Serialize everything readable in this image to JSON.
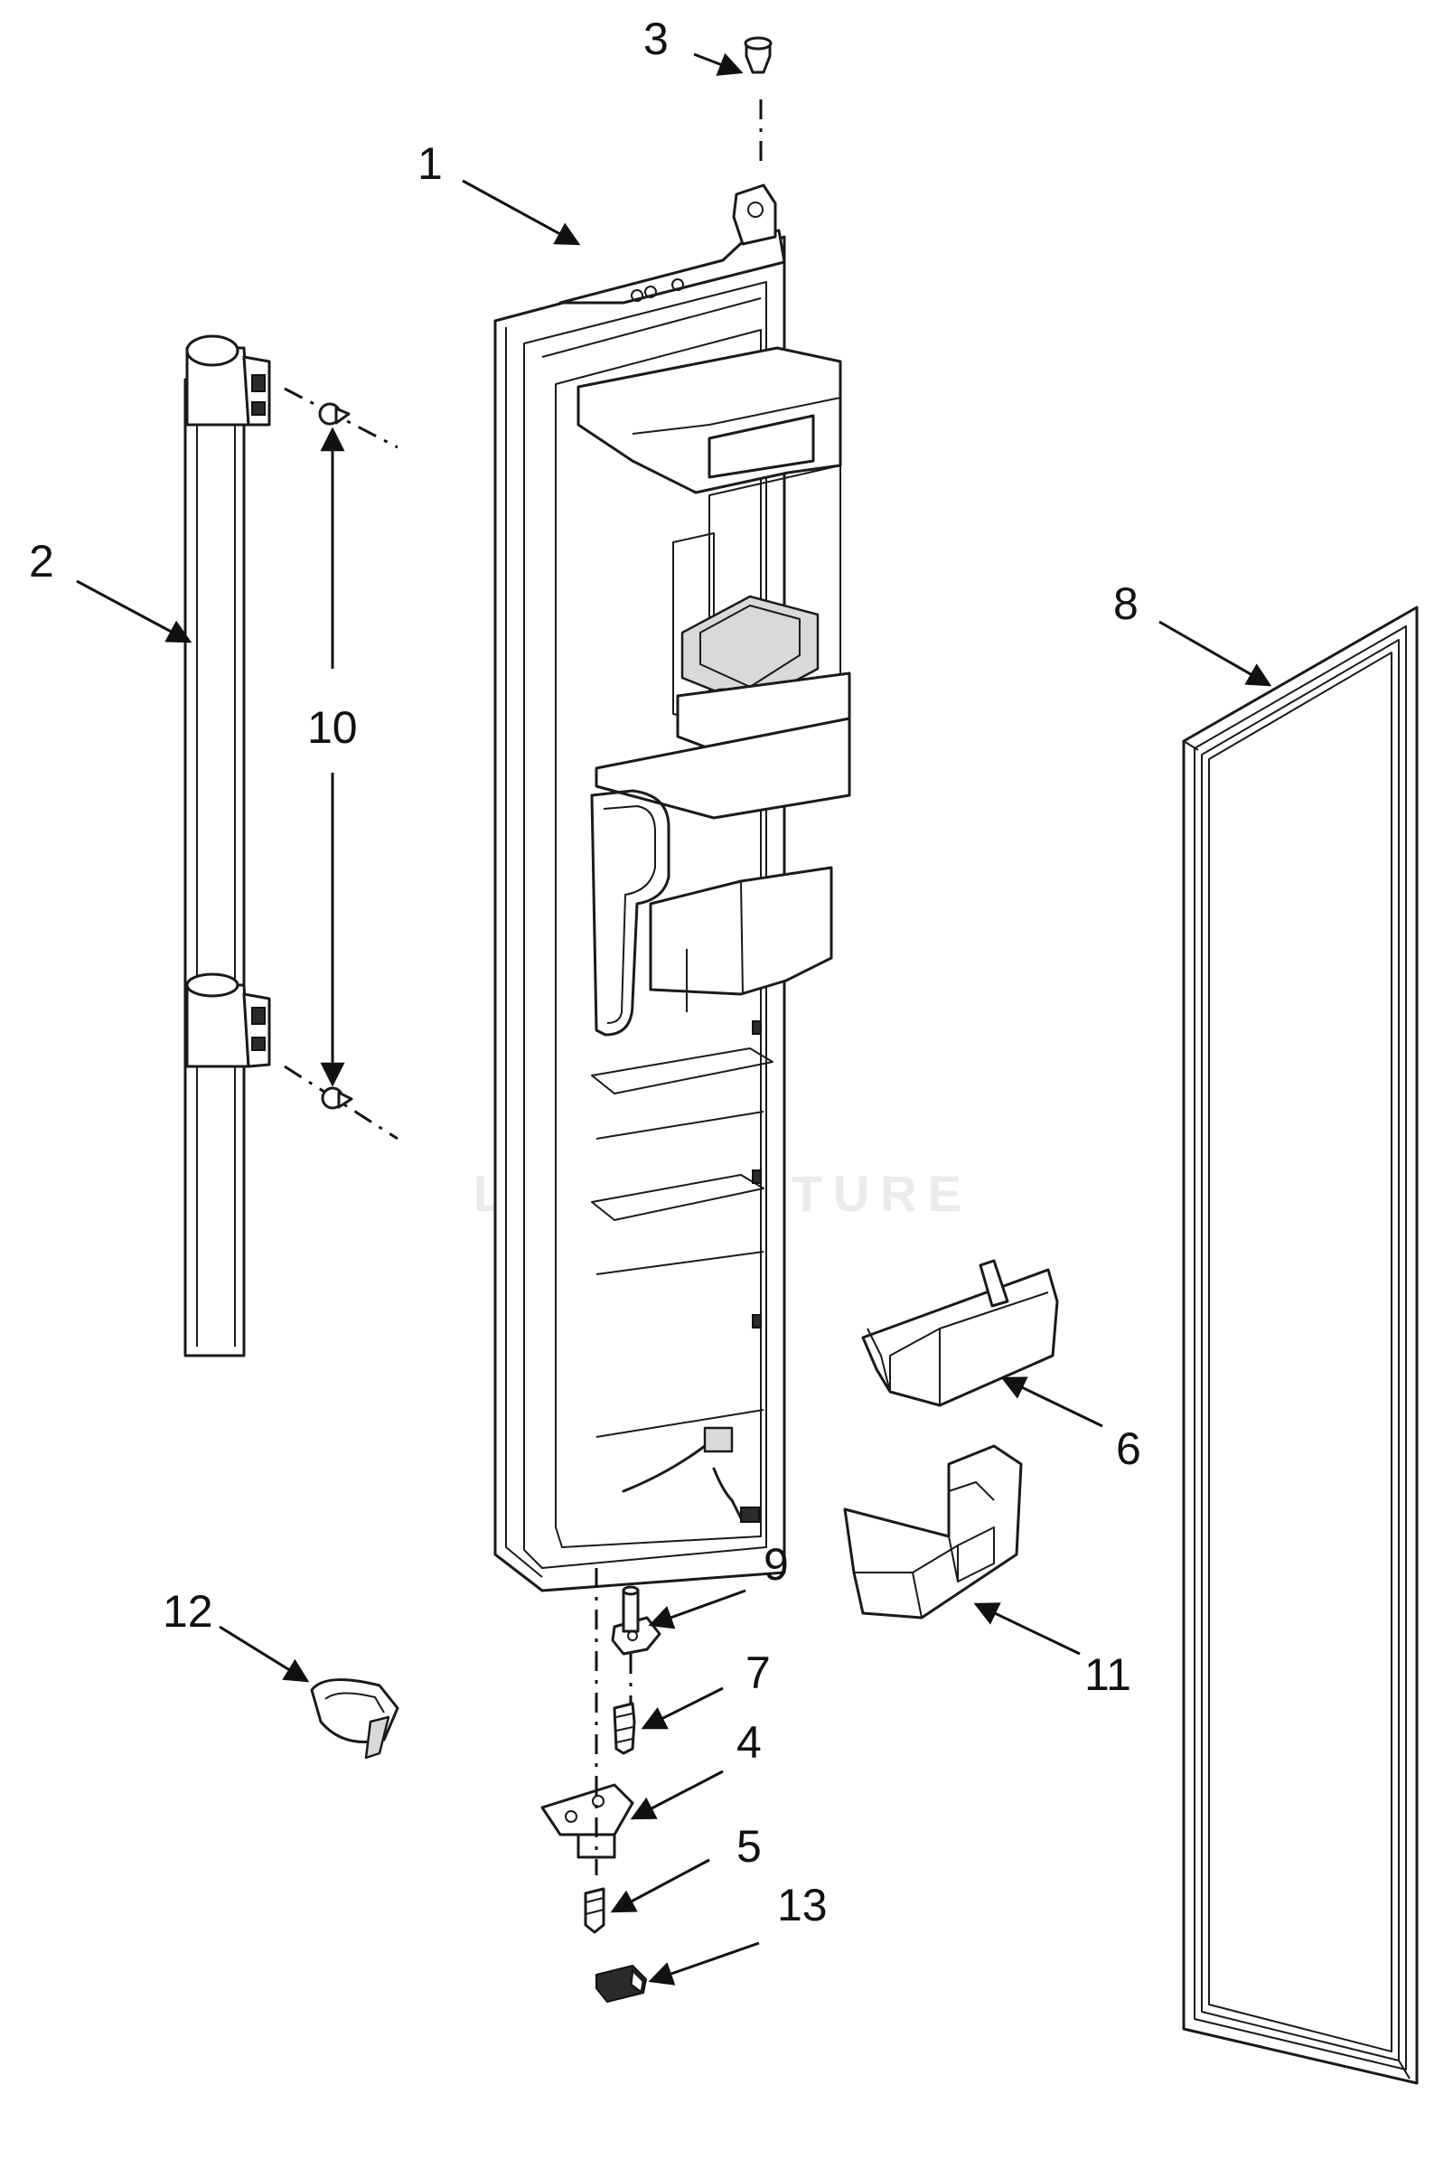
{
  "watermark": "LEADVENTURE",
  "callouts": [
    {
      "id": "c1",
      "label": "1"
    },
    {
      "id": "c2",
      "label": "2"
    },
    {
      "id": "c3",
      "label": "3"
    },
    {
      "id": "c4",
      "label": "4"
    },
    {
      "id": "c5",
      "label": "5"
    },
    {
      "id": "c6",
      "label": "6"
    },
    {
      "id": "c7",
      "label": "7"
    },
    {
      "id": "c8",
      "label": "8"
    },
    {
      "id": "c9",
      "label": "9"
    },
    {
      "id": "c10",
      "label": "10"
    },
    {
      "id": "c11",
      "label": "11"
    },
    {
      "id": "c12",
      "label": "12"
    },
    {
      "id": "c13",
      "label": "13"
    }
  ]
}
